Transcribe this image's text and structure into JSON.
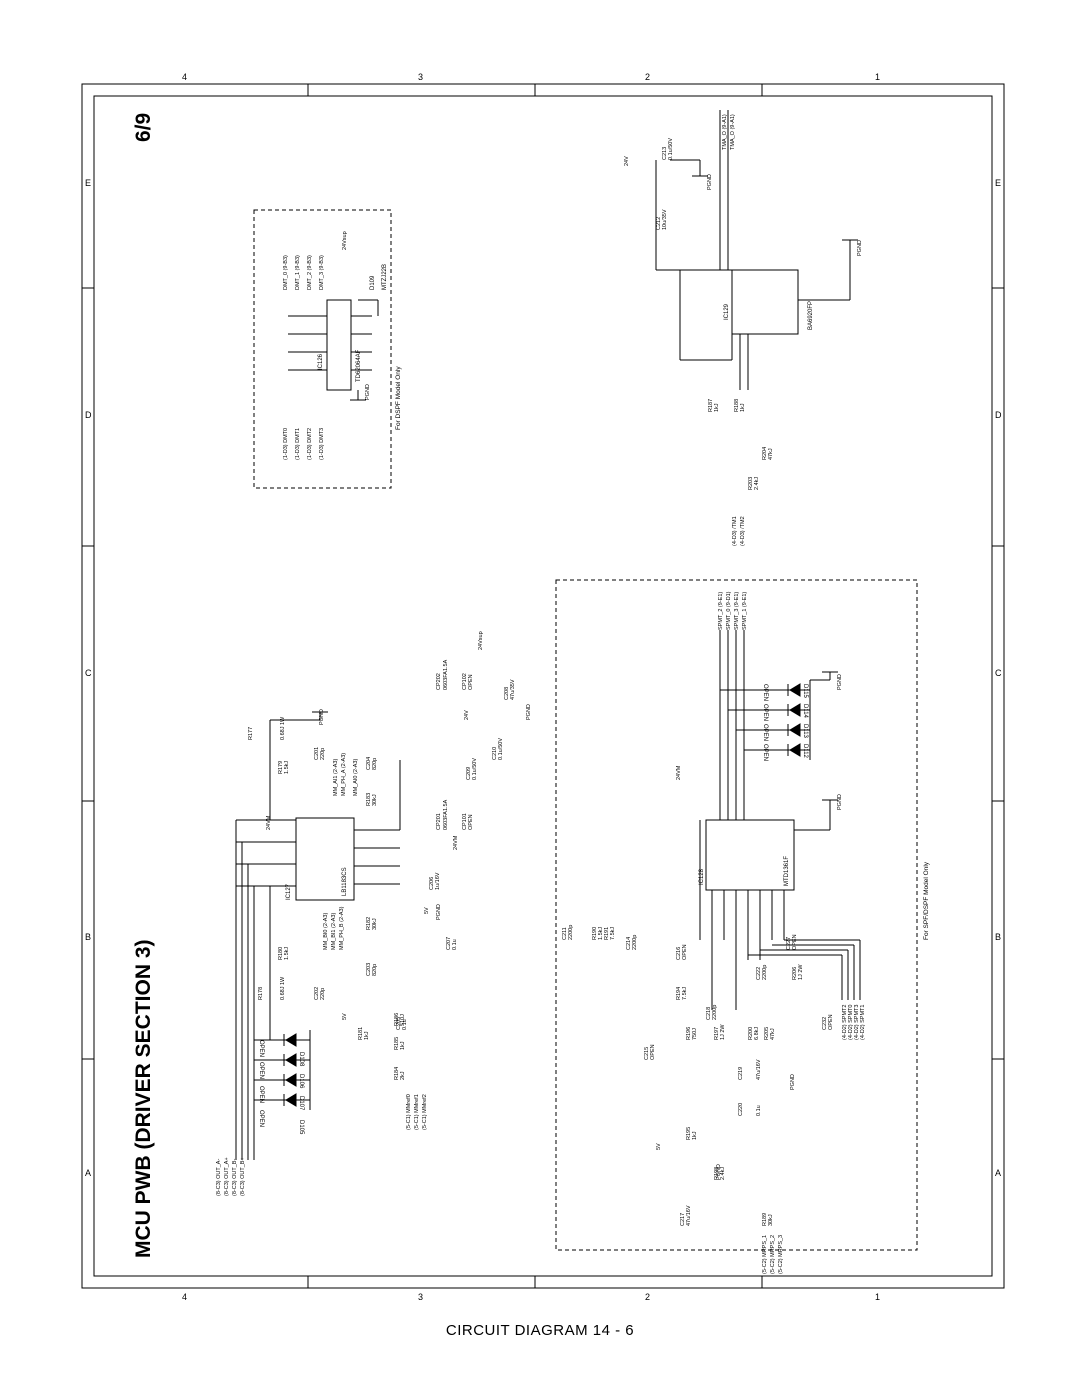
{
  "page": {
    "title": "MCU PWB (DRIVER SECTION 3)",
    "page_number": "6/9",
    "footer": "CIRCUIT DIAGRAM  14 - 6"
  },
  "grid": {
    "rows": [
      "4",
      "3",
      "2",
      "1"
    ],
    "cols": [
      "A",
      "B",
      "C",
      "D",
      "E"
    ]
  },
  "blocks": {
    "dspf_block_note": "For DSPF Model Only",
    "spf_block_note": "For SPF/DSPF Model Only"
  },
  "components": {
    "ic126": {
      "ref": "IC126",
      "part": "TD62064AF"
    },
    "ic127": {
      "ref": "IC127",
      "part": "LB1183CS"
    },
    "ic128": {
      "ref": "IC128",
      "part": "MTD1361F"
    },
    "ic129": {
      "ref": "IC129",
      "part": "BA6920FP"
    },
    "d109": {
      "ref": "D109",
      "part": "MTZJ22B"
    },
    "open_diodes": [
      {
        "ref": "D105",
        "value": "OPEN"
      },
      {
        "ref": "D106",
        "value": "OPEN"
      },
      {
        "ref": "D107",
        "value": "OPEN"
      },
      {
        "ref": "D108",
        "value": "OPEN"
      }
    ],
    "spf_diodes": [
      {
        "ref": "D112",
        "value": "OPEN"
      },
      {
        "ref": "D113",
        "value": "OPEN"
      },
      {
        "ref": "D114",
        "value": "OPEN"
      },
      {
        "ref": "D115",
        "value": "OPEN"
      }
    ],
    "capacitors": [
      {
        "ref": "C201",
        "value": "220p"
      },
      {
        "ref": "C202",
        "value": "220p"
      },
      {
        "ref": "C203",
        "value": "820p"
      },
      {
        "ref": "C204",
        "value": "820p"
      },
      {
        "ref": "C205",
        "value": "0.1u"
      },
      {
        "ref": "C206",
        "value": "1u/16V"
      },
      {
        "ref": "C207",
        "value": "0.1u"
      },
      {
        "ref": "C208",
        "value": "47u/35V"
      },
      {
        "ref": "C209",
        "value": "0.1u/50V"
      },
      {
        "ref": "C210",
        "value": "0.1u/50V"
      },
      {
        "ref": "C211",
        "value": "2200p"
      },
      {
        "ref": "C212",
        "value": "10u/35V"
      },
      {
        "ref": "C213",
        "value": "0.1u/50V"
      },
      {
        "ref": "C214",
        "value": "2200p"
      },
      {
        "ref": "C215",
        "value": "OPEN"
      },
      {
        "ref": "C216",
        "value": "OPEN"
      },
      {
        "ref": "C217",
        "value": "47u/16V"
      },
      {
        "ref": "C218",
        "value": "2200p"
      },
      {
        "ref": "C219",
        "value": "47u/16V"
      },
      {
        "ref": "C220",
        "value": "0.1u"
      },
      {
        "ref": "C222",
        "value": "2200p"
      },
      {
        "ref": "C227",
        "value": "OPEN"
      },
      {
        "ref": "C232",
        "value": "OPEN"
      }
    ],
    "resistors": [
      {
        "ref": "R177",
        "value": "0.68J 1W"
      },
      {
        "ref": "R178",
        "value": "0.68J 1W"
      },
      {
        "ref": "R179",
        "value": "1.5kJ"
      },
      {
        "ref": "R180",
        "value": "1.5kJ"
      },
      {
        "ref": "R181",
        "value": "1kJ"
      },
      {
        "ref": "R182",
        "value": "30kJ"
      },
      {
        "ref": "R183",
        "value": "30kJ"
      },
      {
        "ref": "R184",
        "value": "2kJ"
      },
      {
        "ref": "R185",
        "value": "1kJ"
      },
      {
        "ref": "R186",
        "value": "510J"
      },
      {
        "ref": "R187",
        "value": "1kJ"
      },
      {
        "ref": "R188",
        "value": "1kJ"
      },
      {
        "ref": "R189",
        "value": "30kJ"
      },
      {
        "ref": "R190",
        "value": "1.5kJ"
      },
      {
        "ref": "R191",
        "value": "7.5kJ"
      },
      {
        "ref": "R194",
        "value": "7.5kJ"
      },
      {
        "ref": "R195",
        "value": "1kJ"
      },
      {
        "ref": "R196",
        "value": "750J"
      },
      {
        "ref": "R197",
        "value": "1J 2W"
      },
      {
        "ref": "R198",
        "value": "2.4kJ"
      },
      {
        "ref": "R200",
        "value": "6.8kJ"
      },
      {
        "ref": "R203",
        "value": "2.4kJ"
      },
      {
        "ref": "R204",
        "value": "47kJ"
      },
      {
        "ref": "R205",
        "value": "47kJ"
      },
      {
        "ref": "R206",
        "value": "1J 2W"
      },
      {
        "ref": "R207",
        "value": "1kJ"
      }
    ],
    "fuses": [
      {
        "ref": "CP201",
        "value": "0603FA1.5A"
      },
      {
        "ref": "CP202",
        "value": "0603FA1.5A"
      }
    ],
    "test_points": [
      {
        "ref": "CP101",
        "value": "OPEN"
      },
      {
        "ref": "CP102",
        "value": "OPEN"
      }
    ]
  },
  "nets": {
    "pgnd": "PGND",
    "v24": "24V",
    "v5": "5V",
    "v24vm": "24VM",
    "v24vsup": "24Vsup",
    "dmt_in": [
      "(1-D3) DMT0",
      "(1-D3) DMT1",
      "(1-D3) DMT2",
      "(1-D3) DMT3"
    ],
    "dmt_out": [
      "DMT_0 (9-B3)",
      "DMT_1 (9-B3)",
      "DMT_2 (9-B3)",
      "DMT_3 (9-B3)"
    ],
    "mm_signals": [
      "MM_AI0 (2-A3)",
      "MM_AI1 (2-A3)",
      "MM_PH_A (2-A3)",
      "MM_BI0 (2-A3)",
      "MM_BI1 (2-A3)",
      "MM_PH_B (2-A3)"
    ],
    "out_nets": [
      "(8-C3) OUT_A-",
      "(8-C3) OUT_A+",
      "(8-C3) OUT_B-",
      "(8-C3) OUT_B+"
    ],
    "mmref": [
      "(5-C1) MMref0",
      "(5-C1) MMref1",
      "(5-C1) MMref2"
    ],
    "spmt_out": [
      "SPMT_2 (9-E1)",
      "SPMT_0 (9-D1)",
      "SPMT_3 (9-E1)",
      "SPMT_1 (9-E1)"
    ],
    "spmt_in": [
      "(4-D2) SPMT2",
      "(4-D2) SPMT0",
      "(4-D2) SPMT3",
      "(4-D2) SPMT1"
    ],
    "mrps": [
      "(5-C2) MRPS_1",
      "(5-C2) MRPS_2",
      "(5-C2) MRPS_3"
    ],
    "tm": [
      "(4-D3) /TM1",
      "(4-D3) /TM2"
    ],
    "tma": [
      "TMA_O (9-A1)",
      "TMA_O (9-A1)"
    ]
  }
}
